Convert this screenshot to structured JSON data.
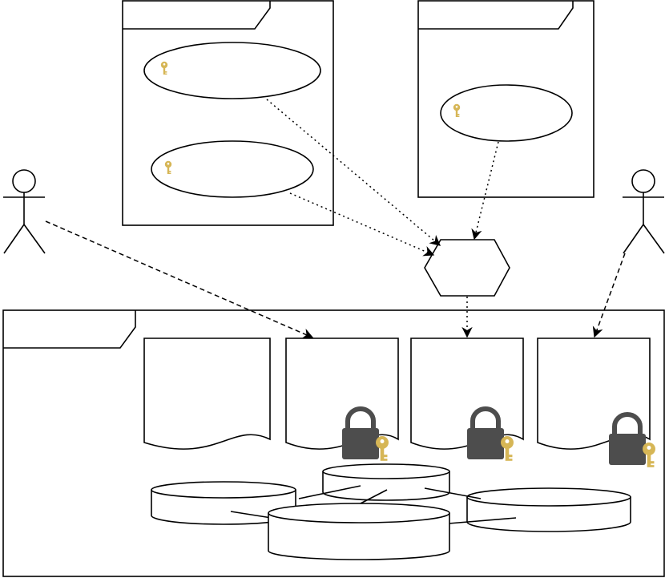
{
  "diagram": {
    "frames": [
      {
        "id": "frame-top-left",
        "label": ""
      },
      {
        "id": "frame-top-right",
        "label": ""
      },
      {
        "id": "frame-bottom",
        "label": ""
      }
    ],
    "key_ellipses": [
      {
        "id": "use-case-1",
        "label": "",
        "icon": "key-icon"
      },
      {
        "id": "use-case-2",
        "label": "",
        "icon": "key-icon"
      },
      {
        "id": "use-case-3",
        "label": "",
        "icon": "key-icon"
      }
    ],
    "actors": [
      {
        "id": "actor-left",
        "label": ""
      },
      {
        "id": "actor-right",
        "label": ""
      }
    ],
    "hexagon": {
      "label": ""
    },
    "documents": [
      {
        "id": "doc-1",
        "label": "",
        "locked": false
      },
      {
        "id": "doc-2",
        "label": "",
        "locked": true
      },
      {
        "id": "doc-3",
        "label": "",
        "locked": true
      },
      {
        "id": "doc-4",
        "label": "",
        "locked": true
      }
    ],
    "disks": [
      {
        "id": "disk-1",
        "label": ""
      },
      {
        "id": "disk-2",
        "label": ""
      },
      {
        "id": "disk-3",
        "label": ""
      },
      {
        "id": "disk-4",
        "label": ""
      }
    ],
    "colors": {
      "stroke": "#000000",
      "key": "#d6b656",
      "lock": "#4d4d4d",
      "background": "#ffffff"
    }
  }
}
